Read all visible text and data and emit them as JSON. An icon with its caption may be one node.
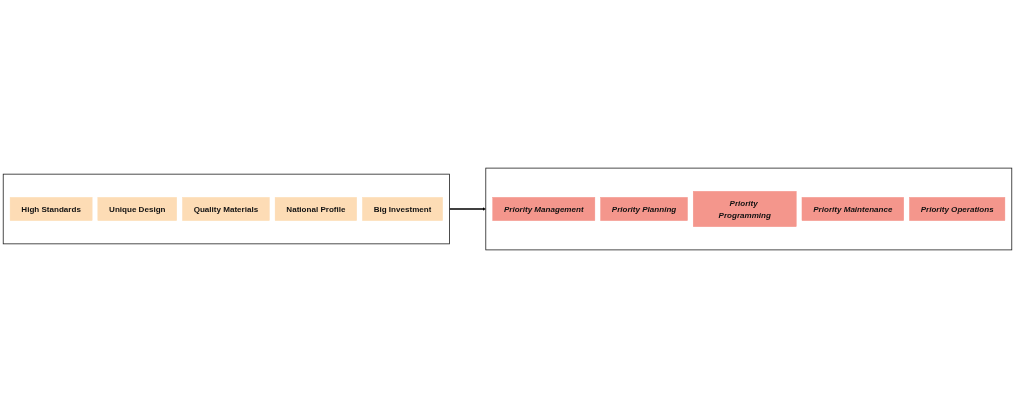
{
  "diagram": {
    "nodes": [
      {
        "text": [],
        "shape": "box"
      },
      {
        "text": [
          "High Standards"
        ],
        "in": 0
      },
      {
        "text": [
          "Unique Design"
        ],
        "in": 0
      },
      {
        "text": [
          "Quality Materials"
        ],
        "in": 0
      },
      {
        "text": [
          "National  Profile"
        ],
        "in": 0
      },
      {
        "text": [
          "Big Investment"
        ],
        "in": 0
      },
      {
        "text": [],
        "shape": "box"
      },
      {
        "text": [
          "Priority Management"
        ],
        "in": 6
      },
      {
        "text": [
          "Priority Planning"
        ],
        "in": 6
      },
      {
        "text": [
          "Priority Programming"
        ],
        "in": 6
      },
      {
        "text": [
          "Priority Maintenance"
        ],
        "in": 6
      },
      {
        "text": [
          "Priority Operations"
        ],
        "in": 6
      }
    ],
    "edges": [
      {
        "from": 0,
        "to": 6,
        "arrow": "to"
      }
    ]
  }
}
